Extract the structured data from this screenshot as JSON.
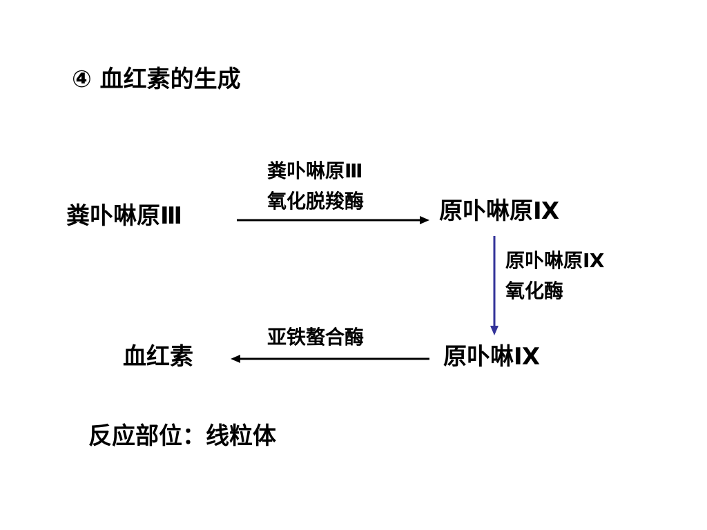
{
  "slide": {
    "title": "④ 血红素的生成",
    "nodes": {
      "coproporphyrinogen_iii": "粪卟啉原Ⅲ",
      "protoporphyrinogen_ix": "原卟啉原Ⅸ",
      "protoporphyrin_ix": "原卟啉Ⅸ",
      "heme": "血红素"
    },
    "enzymes": {
      "coproporphyrinogen_oxidase": {
        "line1": "粪卟啉原Ⅲ",
        "line2": "氧化脱羧酶"
      },
      "protoporphyrinogen_oxidase": {
        "line1": "原卟啉原Ⅸ",
        "line2": "氧化酶"
      },
      "ferrochelatase": {
        "line1": "亚铁螯合酶"
      }
    },
    "location": "反应部位：线粒体"
  },
  "colors": {
    "text": "#000000",
    "arrow_horizontal": "#000000",
    "arrow_vertical": "#333399",
    "background": "#ffffff"
  }
}
